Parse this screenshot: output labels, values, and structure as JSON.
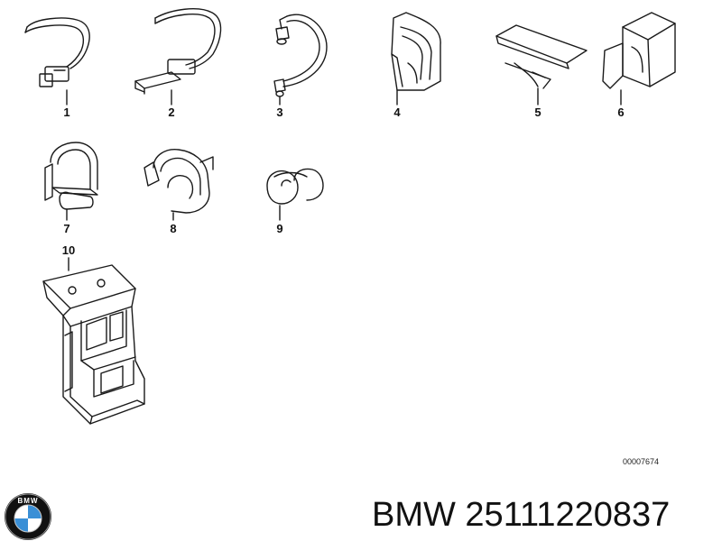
{
  "parts": [
    {
      "number": "1"
    },
    {
      "number": "2"
    },
    {
      "number": "3"
    },
    {
      "number": "4"
    },
    {
      "number": "5"
    },
    {
      "number": "6"
    },
    {
      "number": "7"
    },
    {
      "number": "8"
    },
    {
      "number": "9"
    },
    {
      "number": "10"
    }
  ],
  "drawing_number": "00007674",
  "footer": {
    "brand": "BMW",
    "part_number": "25111220837",
    "title": "BMW 25111220837"
  },
  "logo": {
    "text": "BMW",
    "colors": {
      "ring": "#111111",
      "blue": "#3a8fd6",
      "white": "#ffffff"
    }
  }
}
